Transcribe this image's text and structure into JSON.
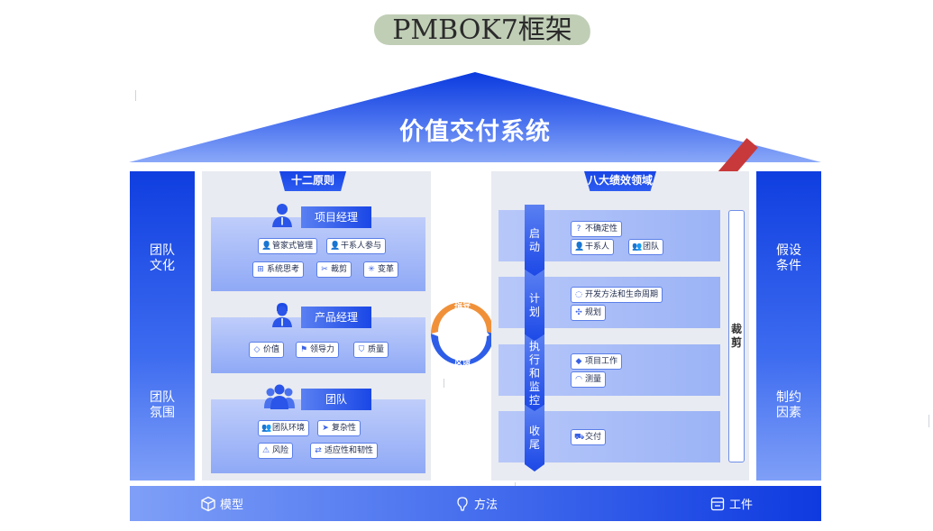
{
  "title": "PMBOK7框架",
  "roof": {
    "title": "价值交付系统"
  },
  "pillars": {
    "left": [
      "团队\n文化",
      "团队\n氛围"
    ],
    "right": [
      "假设\n条件",
      "制约\n因素"
    ],
    "left_top": "团队文化",
    "left_bottom": "团队氛围",
    "right_top": "假设条件",
    "right_bottom": "制约因素"
  },
  "principles": {
    "tab": "十二原则",
    "roles": [
      {
        "title": "项目经理",
        "icon": "manager-icon",
        "items": [
          {
            "label": "管家式管理",
            "icon": "person-icon"
          },
          {
            "label": "干系人参与",
            "icon": "person-icon"
          },
          {
            "label": "系统思考",
            "icon": "hierarchy-icon"
          },
          {
            "label": "裁剪",
            "icon": "scissors-icon"
          },
          {
            "label": "变革",
            "icon": "sparkle-icon"
          }
        ]
      },
      {
        "title": "产品经理",
        "icon": "product-manager-icon",
        "items": [
          {
            "label": "价值",
            "icon": "diamond-icon"
          },
          {
            "label": "领导力",
            "icon": "flag-icon"
          },
          {
            "label": "质量",
            "icon": "shield-check-icon"
          }
        ]
      },
      {
        "title": "团队",
        "icon": "team-icon",
        "items": [
          {
            "label": "团队环境",
            "icon": "group-icon"
          },
          {
            "label": "复杂性",
            "icon": "arrow-split-icon"
          },
          {
            "label": "风险",
            "icon": "alert-icon"
          },
          {
            "label": "适应性和韧性",
            "icon": "adapt-icon"
          }
        ]
      }
    ]
  },
  "cycle": {
    "top": "指导",
    "bottom": "反馈",
    "top_color": "#f0913a",
    "bottom_color": "#2e5ee8"
  },
  "performance": {
    "tab": "八大绩效领域",
    "phases": [
      {
        "label": "启动",
        "items": [
          {
            "label": "不确定性",
            "icon": "question-icon"
          },
          {
            "label": "干系人",
            "icon": "person-icon"
          },
          {
            "label": "团队",
            "icon": "group-icon"
          }
        ]
      },
      {
        "label": "计划",
        "items": [
          {
            "label": "开发方法和生命周期",
            "icon": "cycle-icon"
          },
          {
            "label": "规划",
            "icon": "planning-icon"
          }
        ]
      },
      {
        "label": "执行和监控",
        "items": [
          {
            "label": "项目工作",
            "icon": "layers-icon"
          },
          {
            "label": "测量",
            "icon": "gauge-icon"
          }
        ]
      },
      {
        "label": "收尾",
        "items": [
          {
            "label": "交付",
            "icon": "delivery-icon"
          }
        ]
      }
    ],
    "tailoring": "裁剪"
  },
  "base": {
    "items": [
      {
        "label": "模型",
        "icon": "cube-icon"
      },
      {
        "label": "方法",
        "icon": "bulb-icon"
      },
      {
        "label": "工件",
        "icon": "artifact-icon"
      }
    ]
  },
  "colors": {
    "primary": "#1a47e6",
    "light": "#8fa9f6",
    "panel": "#e8ebf1",
    "accent_orange": "#f0913a",
    "title_brush": "#b9c9ae"
  }
}
